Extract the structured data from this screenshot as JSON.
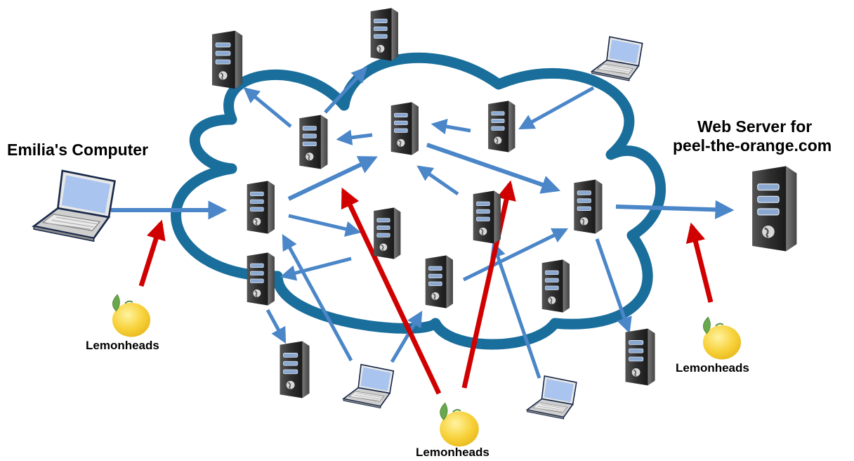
{
  "labels": {
    "emilia_computer": "Emilia's Computer",
    "web_server_line1": "Web Server for",
    "web_server_line2": "peel-the-orange.com",
    "lemonheads_left": "Lemonheads",
    "lemonheads_bottom": "Lemonheads",
    "lemonheads_right": "Lemonheads"
  },
  "colors": {
    "cloud_stroke": "#1a6e9c",
    "blue_arrow": "#4a86c8",
    "red_arrow": "#d10000",
    "lemon": "#f8d23c",
    "leaf": "#6aa84f",
    "laptop_screen": "#a9c4ee",
    "server_body": "#3a3a3a"
  },
  "icons": {
    "laptop": "laptop-icon",
    "server": "server-icon",
    "lemon": "lemon-icon",
    "cloud": "cloud-icon"
  }
}
